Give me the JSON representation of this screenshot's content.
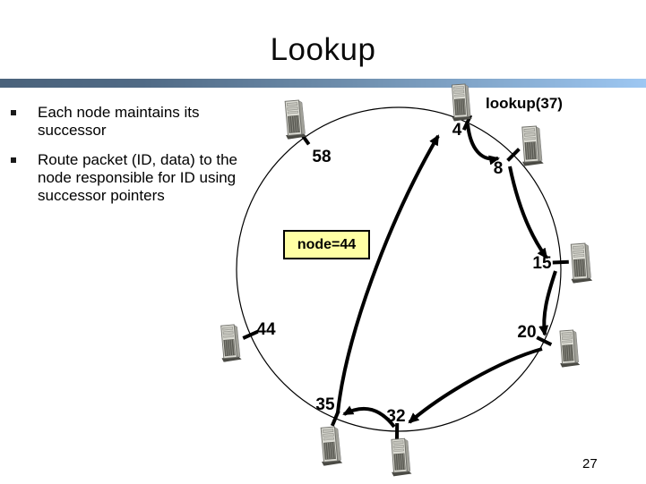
{
  "slide": {
    "title": "Lookup",
    "page_number": "27",
    "bullets": [
      "Each node maintains its successor",
      "Route packet (ID, data) to the node responsible for ID using successor pointers"
    ]
  },
  "diagram": {
    "lookup_label": "lookup(37)",
    "result_label": "node=44",
    "nodes": [
      {
        "id": "4"
      },
      {
        "id": "8"
      },
      {
        "id": "15"
      },
      {
        "id": "20"
      },
      {
        "id": "32"
      },
      {
        "id": "35"
      },
      {
        "id": "44"
      },
      {
        "id": "58"
      }
    ],
    "route_hops": [
      "4-8",
      "8-15",
      "15-20",
      "20-32",
      "32-35"
    ],
    "reply_arrow": "35-4",
    "colors": {
      "bar_gradient_left": "#4a627b",
      "bar_gradient_right": "#9dc7f2",
      "highlight_fill": "#ffffa4",
      "arrow": "#000000"
    }
  }
}
